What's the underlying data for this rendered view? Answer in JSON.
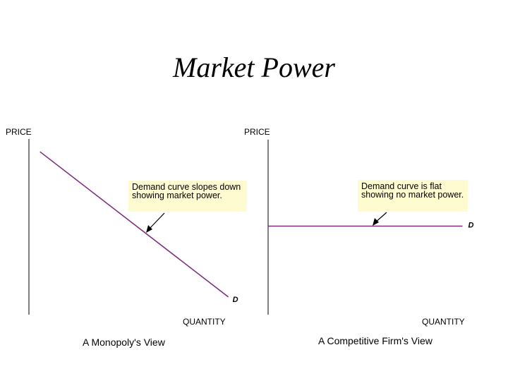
{
  "title": "Market Power",
  "chart_data": [
    {
      "type": "line",
      "title": "A Monopoly's View",
      "xlabel": "QUANTITY",
      "ylabel": "PRICE",
      "series": [
        {
          "name": "D",
          "x": [
            0.05,
            0.9
          ],
          "y": [
            0.92,
            0.1
          ]
        }
      ],
      "annotation": "Demand curve slopes down showing market power.",
      "colors": {
        "curve": "#7a2a7a"
      }
    },
    {
      "type": "line",
      "title": "A Competitive Firm's View",
      "xlabel": "QUANTITY",
      "ylabel": "PRICE",
      "series": [
        {
          "name": "D",
          "x": [
            0.0,
            0.95
          ],
          "y": [
            0.5,
            0.5
          ]
        }
      ],
      "annotation": "Demand curve is flat showing no market power.",
      "colors": {
        "curve": "#7a2a7a"
      }
    }
  ]
}
